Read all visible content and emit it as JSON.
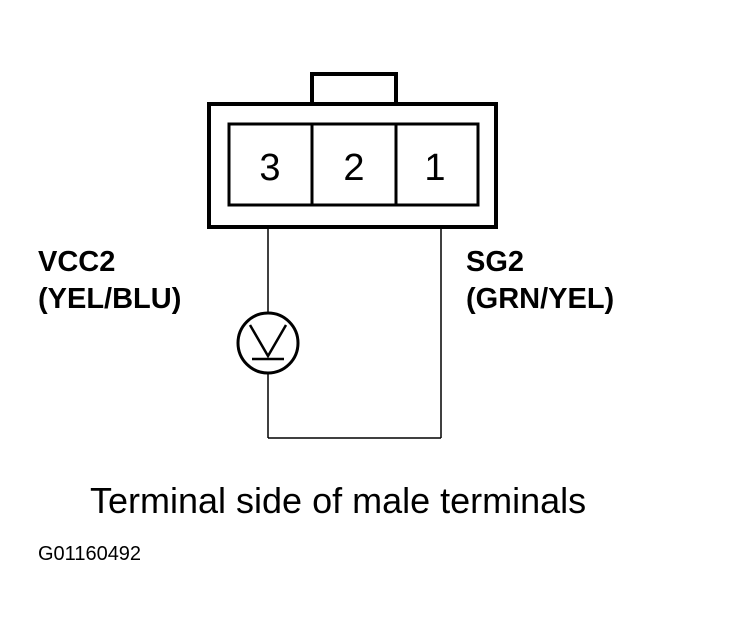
{
  "connector": {
    "terminals": [
      "3",
      "2",
      "1"
    ]
  },
  "wires": {
    "left": {
      "name": "VCC2",
      "color_code": "(YEL/BLU)",
      "terminal": "3"
    },
    "right": {
      "name": "SG2",
      "color_code": "(GRN/YEL)",
      "terminal": "1"
    }
  },
  "meter": {
    "icon": "voltmeter-icon",
    "symbol": "V"
  },
  "caption": "Terminal side of male terminals",
  "figure_code": "G01160492",
  "colors": {
    "ink": "#000000",
    "background": "#ffffff"
  }
}
